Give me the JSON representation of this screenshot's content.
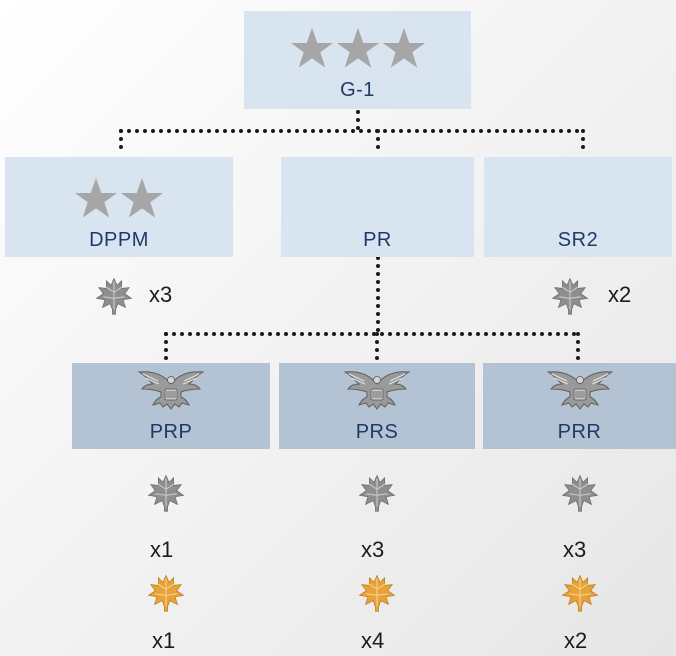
{
  "chart": {
    "root": {
      "label": "G-1",
      "insignia": "three-star-icon"
    },
    "level1": [
      {
        "label": "DPPM",
        "insignia": "two-star-icon",
        "silver_oak_leaf_count": "x3"
      },
      {
        "label": "PR",
        "insignia": "none"
      },
      {
        "label": "SR2",
        "insignia": "none",
        "silver_oak_leaf_count": "x2"
      }
    ],
    "level2": [
      {
        "label": "PRP",
        "insignia": "eagle-icon",
        "silver_oak_leaf_count": "x1",
        "gold_oak_leaf_count": "x1"
      },
      {
        "label": "PRS",
        "insignia": "eagle-icon",
        "silver_oak_leaf_count": "x3",
        "gold_oak_leaf_count": "x4"
      },
      {
        "label": "PRR",
        "insignia": "eagle-icon",
        "silver_oak_leaf_count": "x3",
        "gold_oak_leaf_count": "x2"
      }
    ]
  },
  "colors": {
    "light_box": "#d9e4f1",
    "dark_box": "#b3c3d3",
    "label_text": "#1f3a66",
    "star": "#a6a6a6",
    "silver_leaf": "#8e8e8e",
    "gold_leaf": "#e8a23a",
    "connector": "#1a1a1a"
  }
}
